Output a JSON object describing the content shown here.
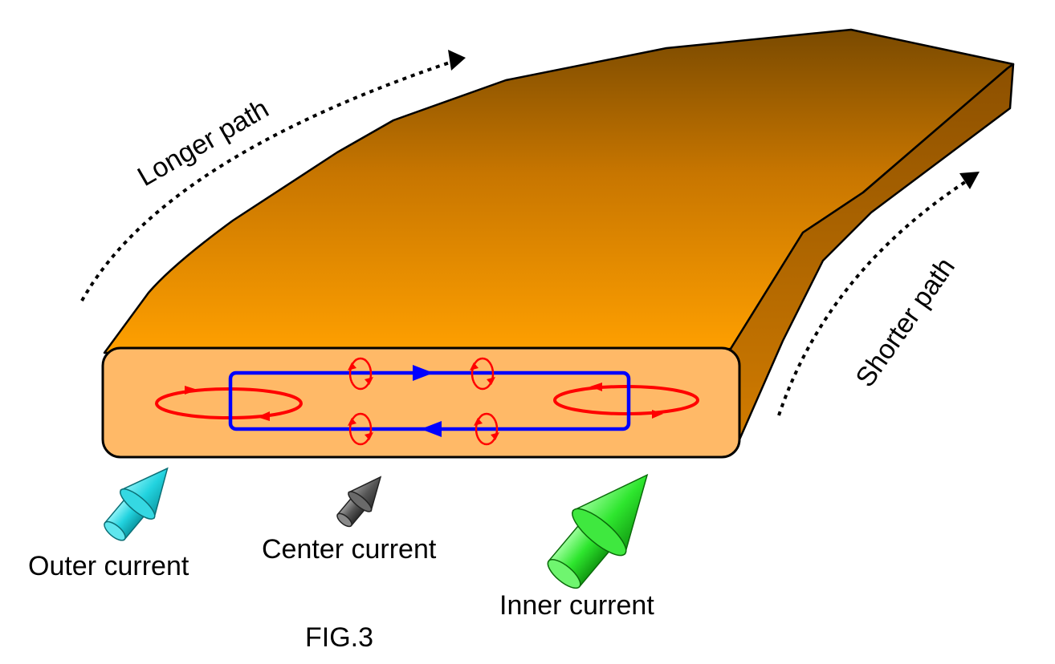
{
  "labels": {
    "longer_path": "Longer path",
    "shorter_path": "Shorter path",
    "outer_current": "Outer current",
    "center_current": "Center current",
    "inner_current": "Inner current",
    "figure_caption": "FIG.3"
  },
  "colors": {
    "slab_top_light": "#ffa000",
    "slab_top_dark": "#7a4a00",
    "slab_side_light": "#c67300",
    "slab_side_dark": "#8f5200",
    "cross_section_fill": "#ffb967",
    "main_loop": "#0000ff",
    "eddy_loops": "#ff0000",
    "outer_arrow": "#22d3df",
    "center_arrow": "#555555",
    "inner_arrow": "#2ee62e"
  },
  "icons": {
    "outer_arrow": "cyan-cone-arrow-icon",
    "center_arrow": "gray-cone-arrow-icon",
    "inner_arrow": "green-cone-arrow-icon"
  }
}
